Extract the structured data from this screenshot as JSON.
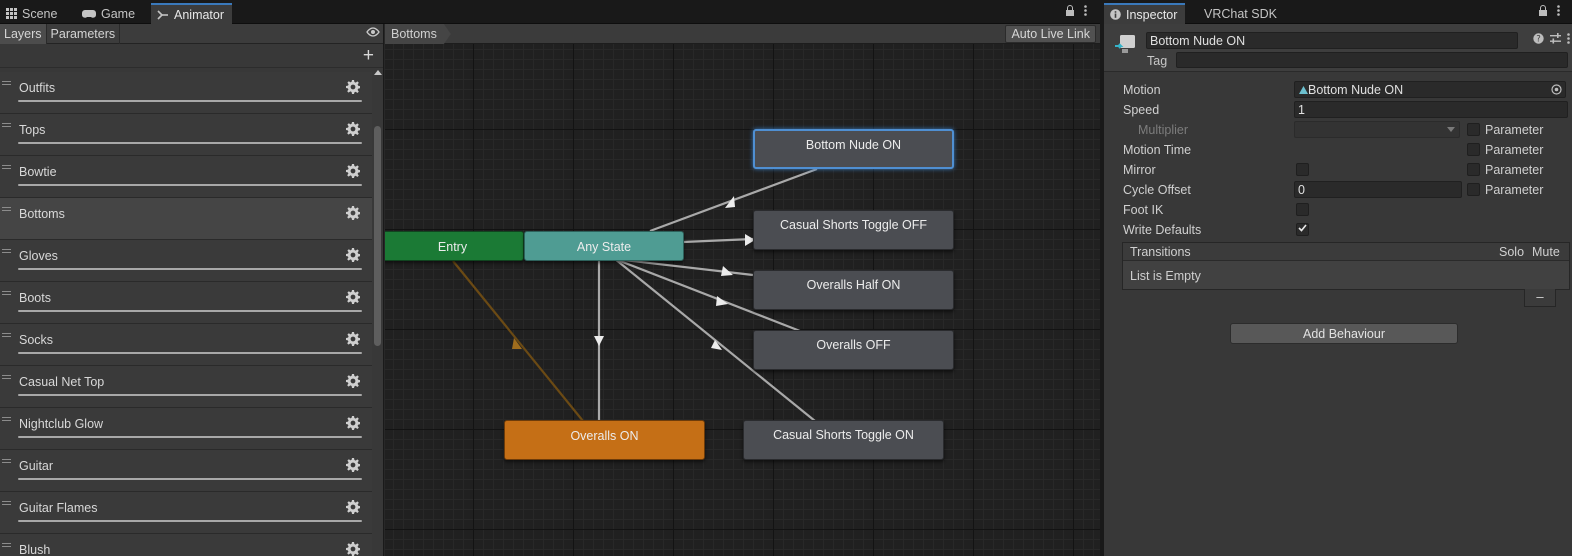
{
  "animator_tabs": [
    {
      "label": "Scene",
      "icon": "grid-icon"
    },
    {
      "label": "Game",
      "icon": "gamepad-icon"
    },
    {
      "label": "Animator",
      "icon": "animator-icon"
    }
  ],
  "layers_panel": {
    "tabs": [
      "Layers",
      "Parameters"
    ],
    "add_button": "+",
    "layers": [
      "Outfits",
      "Tops",
      "Bowtie",
      "Bottoms",
      "Gloves",
      "Boots",
      "Socks",
      "Casual Net Top",
      "Nightclub Glow",
      "Guitar",
      "Guitar Flames",
      "Blush"
    ],
    "selected_layer": "Bottoms"
  },
  "graph": {
    "breadcrumb": "Bottoms",
    "auto_live_link": "Auto Live Link",
    "states": {
      "entry": "Entry",
      "any_state": "Any State",
      "bottom_nude_on": "Bottom Nude ON",
      "casual_shorts_off": "Casual Shorts Toggle OFF",
      "overalls_half_on": "Overalls Half ON",
      "overalls_off": "Overalls OFF",
      "overalls_on": "Overalls ON",
      "casual_shorts_on": "Casual Shorts Toggle ON"
    }
  },
  "inspector": {
    "tabs": [
      "Inspector",
      "VRChat SDK"
    ],
    "state_name": "Bottom Nude ON",
    "tag_label": "Tag",
    "tag_value": "",
    "properties": {
      "motion_label": "Motion",
      "motion_value": "Bottom Nude ON",
      "speed_label": "Speed",
      "speed_value": "1",
      "multiplier_label": "Multiplier",
      "motion_time_label": "Motion Time",
      "mirror_label": "Mirror",
      "cycle_offset_label": "Cycle Offset",
      "cycle_offset_value": "0",
      "foot_ik_label": "Foot IK",
      "write_defaults_label": "Write Defaults",
      "parameter_label": "Parameter"
    },
    "checkboxes": {
      "multiplier_param": false,
      "motion_time_param": false,
      "mirror": false,
      "mirror_param": false,
      "cycle_offset_param": false,
      "foot_ik": false,
      "write_defaults": true
    },
    "transitions": {
      "header": "Transitions",
      "solo": "Solo",
      "mute": "Mute",
      "empty_text": "List is Empty",
      "remove_button": "–"
    },
    "add_behaviour": "Add Behaviour"
  },
  "colors": {
    "entry": "#1b7a35",
    "any_state": "#4f9c93",
    "default_state": "#c56f16",
    "state": "#4b4d52",
    "selection": "#4f8fd2"
  }
}
